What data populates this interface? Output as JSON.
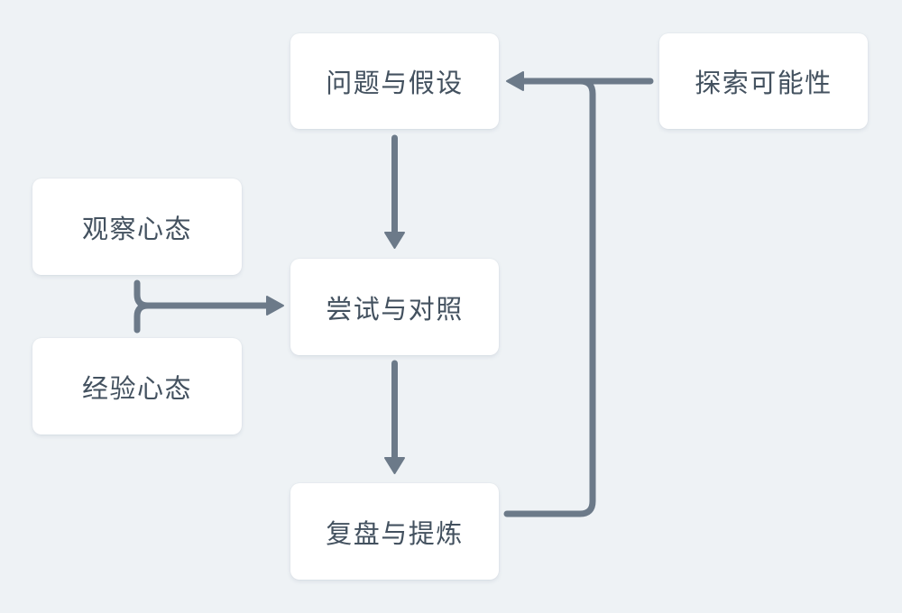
{
  "theme": {
    "background": "#eef2f5",
    "node_background": "#ffffff",
    "line_color": "#6c7a89",
    "text_color": "#43515f"
  },
  "diagram": {
    "type": "flowchart",
    "nodes": [
      {
        "id": "problem",
        "label": "问题与假设"
      },
      {
        "id": "explore",
        "label": "探索可能性"
      },
      {
        "id": "observe",
        "label": "观察心态"
      },
      {
        "id": "experience",
        "label": "经验心态"
      },
      {
        "id": "try",
        "label": "尝试与对照"
      },
      {
        "id": "review",
        "label": "复盘与提炼"
      }
    ],
    "edges": [
      {
        "from": "problem",
        "to": "try",
        "style": "straight-down-arrow"
      },
      {
        "from": "try",
        "to": "review",
        "style": "straight-down-arrow"
      },
      {
        "from": "observe",
        "to": "try",
        "style": "merge-bracket-right-arrow"
      },
      {
        "from": "experience",
        "to": "try",
        "style": "merge-bracket-right-arrow"
      },
      {
        "from": "explore",
        "to": "problem",
        "style": "straight-left-arrow"
      },
      {
        "from": "review",
        "to": "problem",
        "style": "feedback-right-up-joins-left-arrow"
      }
    ]
  }
}
